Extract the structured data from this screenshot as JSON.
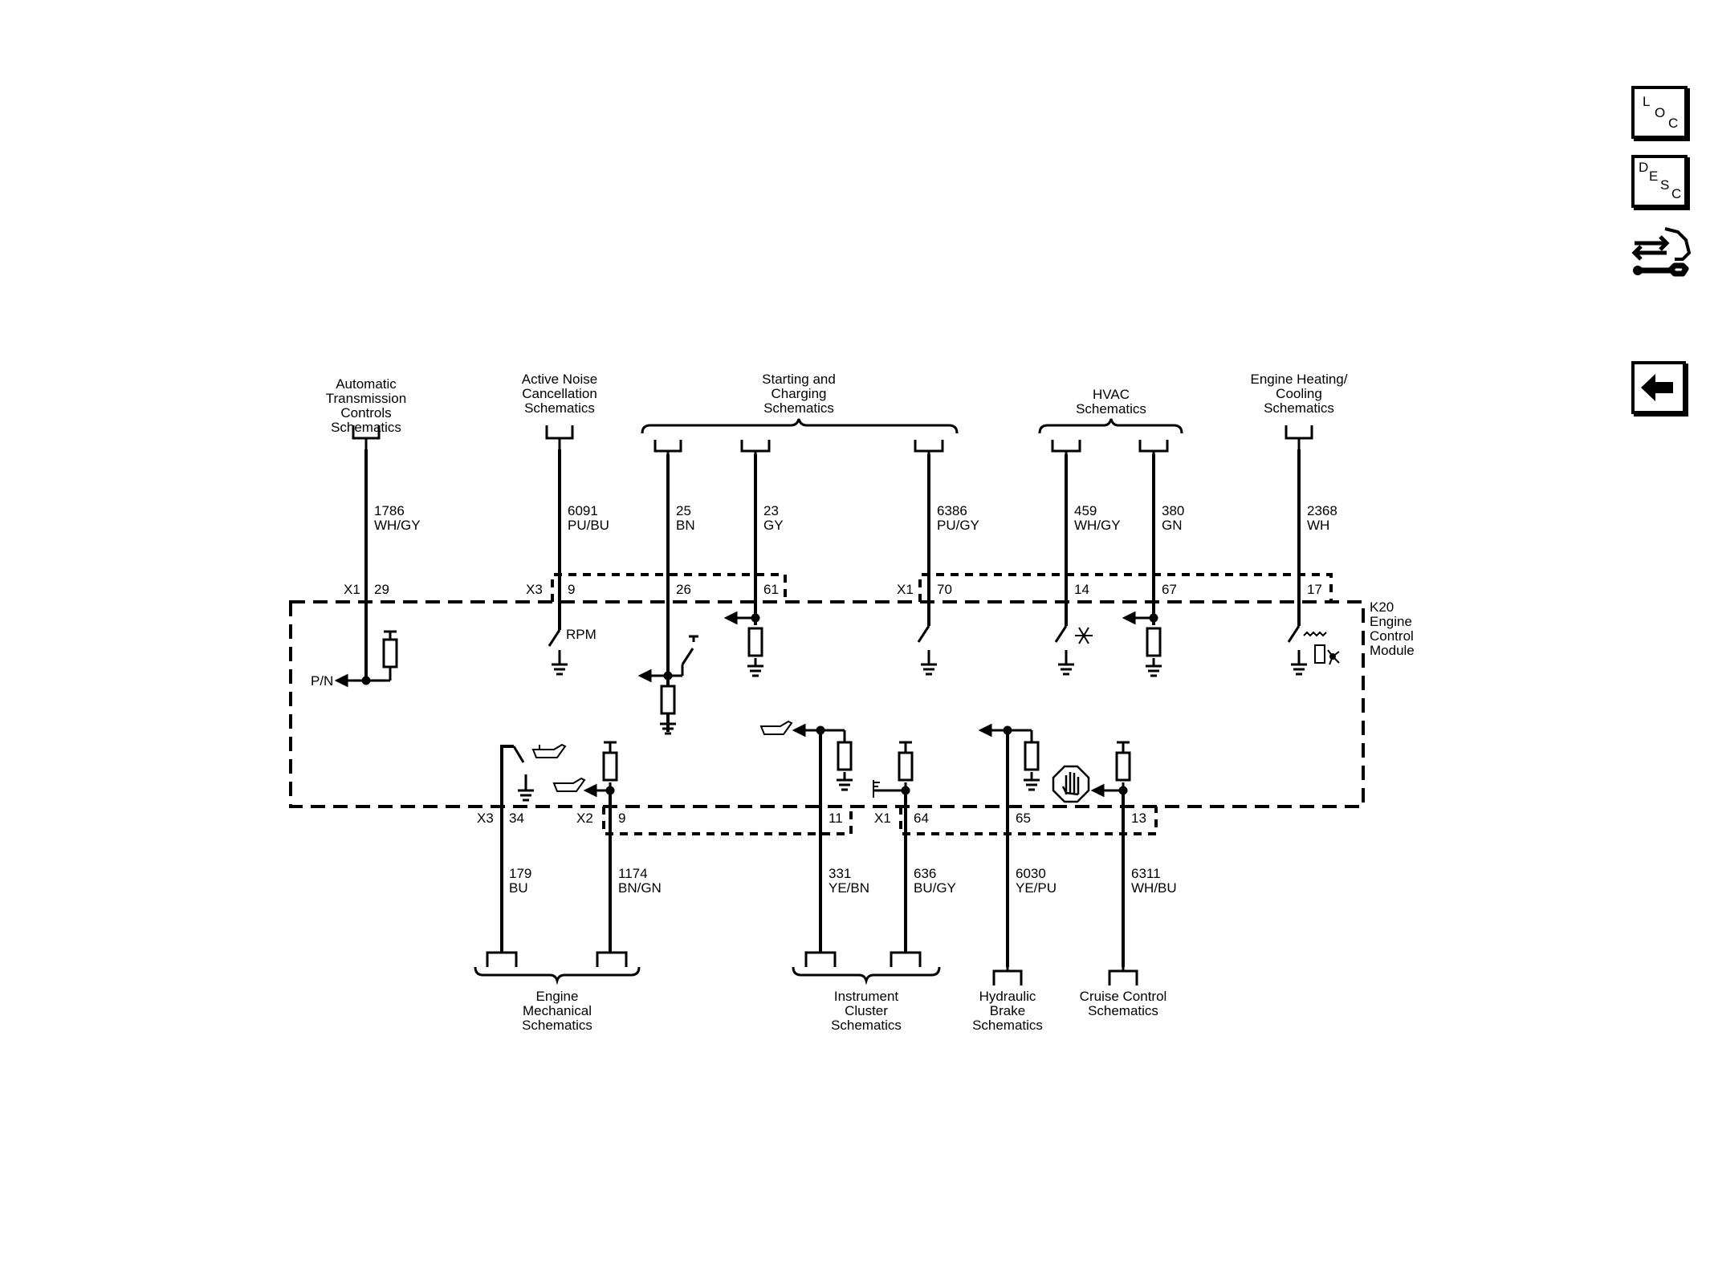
{
  "nav": {
    "loc": [
      "L",
      "O",
      "C"
    ],
    "desc": [
      "D",
      "E",
      "S",
      "C"
    ]
  },
  "module": {
    "lines": [
      "K20",
      "Engine",
      "Control",
      "Module"
    ]
  },
  "destinations": {
    "atc": [
      "Automatic",
      "Transmission",
      "Controls",
      "Schematics"
    ],
    "anc": [
      "Active Noise",
      "Cancellation",
      "Schematics"
    ],
    "sc": [
      "Starting and",
      "Charging",
      "Schematics"
    ],
    "hvac": [
      "HVAC",
      "Schematics"
    ],
    "eh": [
      "Engine Heating/",
      "Cooling",
      "Schematics"
    ],
    "em": [
      "Engine",
      "Mechanical",
      "Schematics"
    ],
    "ic": [
      "Instrument",
      "Cluster",
      "Schematics"
    ],
    "hb": [
      "Hydraulic",
      "Brake",
      "Schematics"
    ],
    "cc": [
      "Cruise Control",
      "Schematics"
    ]
  },
  "connectors": {
    "top_x1_left": "X1",
    "top_x3": "X3",
    "top_x1_right": "X1",
    "bot_x3": "X3",
    "bot_x2": "X2",
    "bot_x1": "X1"
  },
  "wires": {
    "w29": {
      "pin": "29",
      "circuit": "1786",
      "color": "WH/GY"
    },
    "w9": {
      "pin": "9",
      "circuit": "6091",
      "color": "PU/BU"
    },
    "w26": {
      "pin": "26",
      "circuit": "25",
      "color": "BN"
    },
    "w61": {
      "pin": "61",
      "circuit": "23",
      "color": "GY"
    },
    "w70": {
      "pin": "70",
      "circuit": "6386",
      "color": "PU/GY"
    },
    "w14": {
      "pin": "14",
      "circuit": "459",
      "color": "WH/GY"
    },
    "w67": {
      "pin": "67",
      "circuit": "380",
      "color": "GN"
    },
    "w17": {
      "pin": "17",
      "circuit": "2368",
      "color": "WH"
    },
    "b34": {
      "pin": "34",
      "circuit": "179",
      "color": "BU"
    },
    "b9": {
      "pin": "9",
      "circuit": "1174",
      "color": "BN/GN"
    },
    "b11": {
      "pin": "11",
      "circuit": "331",
      "color": "YE/BN"
    },
    "b64": {
      "pin": "64",
      "circuit": "636",
      "color": "BU/GY"
    },
    "b65": {
      "pin": "65",
      "circuit": "6030",
      "color": "YE/PU"
    },
    "b13": {
      "pin": "13",
      "circuit": "6311",
      "color": "WH/BU"
    }
  },
  "signals": {
    "rpm": "RPM",
    "pn": "P/N"
  }
}
